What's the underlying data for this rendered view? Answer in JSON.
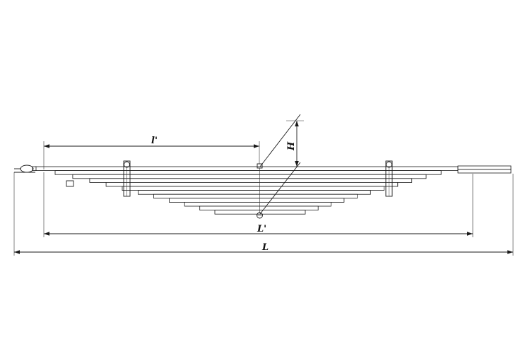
{
  "diagram": {
    "labels": {
      "l_prime": "l'",
      "H": "H",
      "L_prime": "L'",
      "L": "L"
    },
    "leaf_count": 12,
    "colors": {
      "line": "#1a1a1a",
      "background": "#ffffff"
    }
  }
}
